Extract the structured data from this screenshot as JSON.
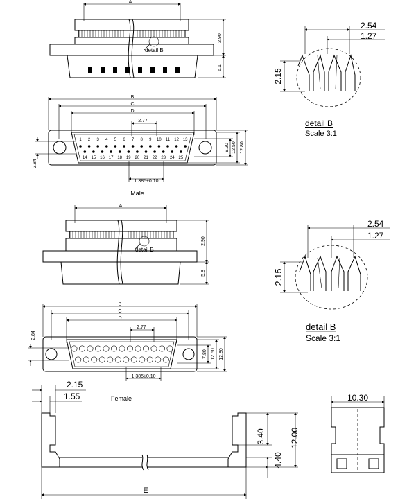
{
  "male": {
    "dim_a": "A",
    "dim_b": "B",
    "dim_c": "C",
    "dim_d": "D",
    "dim_pitch": "2.77",
    "dim_height_top": "2.90",
    "dim_height_shell": "6.1",
    "dim_row_spacing": "2.84",
    "dim_pin_offset": "1.385±0.10",
    "dim_920": "9.20",
    "dim_1250": "12.50",
    "dim_1280": "12.80",
    "detail_callout": "detail B",
    "caption": "Male",
    "pins_top": [
      "1",
      "2",
      "3",
      "4",
      "5",
      "6",
      "7",
      "8",
      "9",
      "10",
      "11",
      "12",
      "13"
    ],
    "pins_bottom": [
      "14",
      "15",
      "16",
      "17",
      "18",
      "19",
      "20",
      "21",
      "22",
      "23",
      "24",
      "25"
    ]
  },
  "female": {
    "dim_a": "A",
    "dim_b": "B",
    "dim_c": "C",
    "dim_d": "D",
    "dim_pitch": "2.77",
    "dim_height_top": "2.90",
    "dim_height_shell": "5.8",
    "dim_row_spacing": "2.84",
    "dim_pin_offset": "1.385±0.10",
    "dim_780": "7.80",
    "dim_1250": "12.50",
    "dim_1280": "12.80",
    "detail_callout": "detail B",
    "caption": "Female"
  },
  "detail_top": {
    "dim_254": "2.54",
    "dim_127": "1.27",
    "dim_215": "2.15",
    "title": "detail B",
    "scale": "Scale 3:1"
  },
  "detail_bottom": {
    "dim_254": "2.54",
    "dim_127": "1.27",
    "dim_215": "2.15",
    "title": "detail B",
    "scale": "Scale 3:1"
  },
  "side_view": {
    "dim_215": "2.15",
    "dim_155": "1.55",
    "dim_340": "3.40",
    "dim_440": "4.40",
    "dim_1200": "12.00",
    "dim_e": "E"
  },
  "end_view": {
    "dim_1030": "10.30"
  }
}
